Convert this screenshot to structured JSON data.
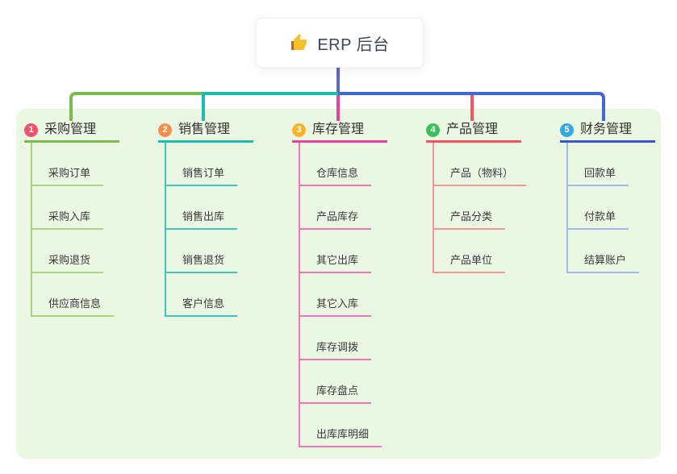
{
  "root": {
    "title": "ERP 后台",
    "icon": "thumbs-up-icon",
    "icon_color": "#f5c02c"
  },
  "palette": {
    "root_line": "#5b68c8",
    "bus_green": "#7cb94e",
    "bus_teal": "#1fbcad",
    "bus_blue": "#4466d0",
    "drop_magenta": "#e2459f",
    "drop_red": "#f4555e",
    "panel_bg": "#e9f7e3"
  },
  "branches": [
    {
      "badge": "1",
      "title": "采购管理",
      "colors": {
        "badge": "#f4516c",
        "line": "#7cb94e",
        "child": "#a9d47f"
      },
      "children": [
        "采购订单",
        "采购入库",
        "采购退货",
        "供应商信息"
      ]
    },
    {
      "badge": "2",
      "title": "销售管理",
      "colors": {
        "badge": "#f78e4e",
        "line": "#1fbcad",
        "child": "#3fc6b7"
      },
      "children": [
        "销售订单",
        "销售出库",
        "销售退货",
        "客户信息"
      ]
    },
    {
      "badge": "3",
      "title": "库存管理",
      "colors": {
        "badge": "#f9b32c",
        "line": "#e2459f",
        "child": "#f075b4"
      },
      "children": [
        "仓库信息",
        "产品库存",
        "其它出库",
        "其它入库",
        "库存调拨",
        "库存盘点",
        "出库库明细"
      ]
    },
    {
      "badge": "4",
      "title": "产品管理",
      "colors": {
        "badge": "#3fbd5f",
        "line": "#f4555e",
        "child": "#f59597"
      },
      "children": [
        "产品（物料）",
        "产品分类",
        "产品单位"
      ]
    },
    {
      "badge": "5",
      "title": "财务管理",
      "colors": {
        "badge": "#33a9e0",
        "line": "#3d55c8",
        "child": "#a3b9ea"
      },
      "children": [
        "回款单",
        "付款单",
        "结算账户"
      ]
    }
  ]
}
